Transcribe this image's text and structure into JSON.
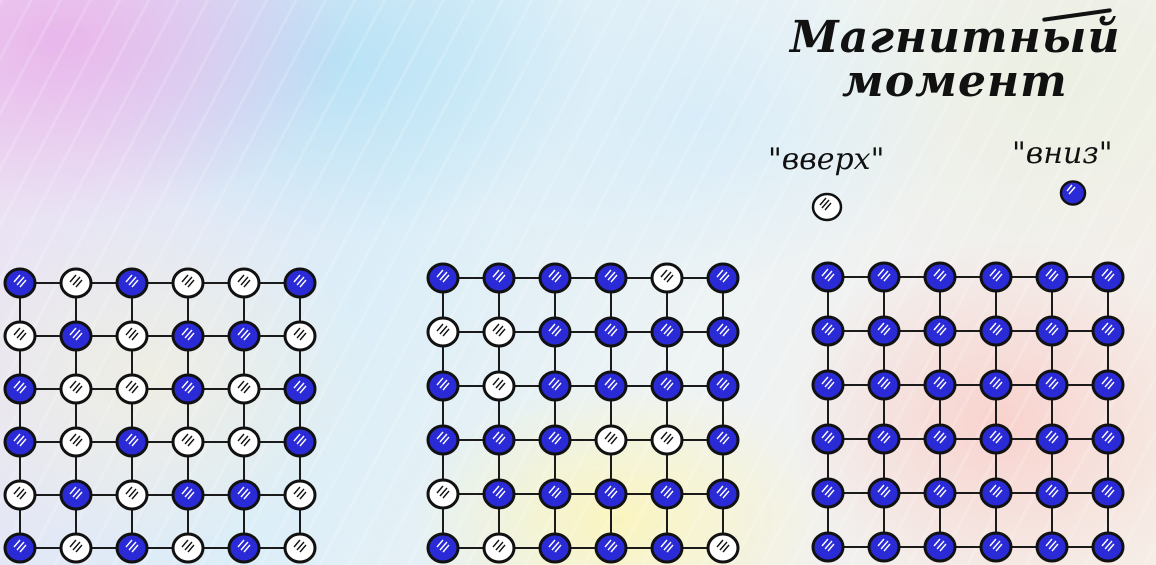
{
  "legend": {
    "title_line1": "Магнитный",
    "title_line2": "момент",
    "up_label": "\"вверх\"",
    "down_label": "\"вниз\""
  },
  "colors": {
    "down": "#2a2ad6",
    "up": "#ffffff",
    "outline": "#111111",
    "bond": "#1a1a1a"
  },
  "icons": {
    "up_atom": "white-atom-circle",
    "down_atom": "blue-atom-circle"
  },
  "lattices": [
    {
      "name": "lattice-1",
      "spins": [
        [
          "down",
          "up",
          "down",
          "up",
          "up",
          "down"
        ],
        [
          "up",
          "down",
          "up",
          "down",
          "down",
          "up"
        ],
        [
          "down",
          "up",
          "up",
          "down",
          "up",
          "down"
        ],
        [
          "down",
          "up",
          "down",
          "up",
          "up",
          "down"
        ],
        [
          "up",
          "down",
          "up",
          "down",
          "down",
          "up"
        ],
        [
          "down",
          "up",
          "down",
          "up",
          "down",
          "up"
        ]
      ]
    },
    {
      "name": "lattice-2",
      "spins": [
        [
          "down",
          "down",
          "down",
          "down",
          "up",
          "down"
        ],
        [
          "up",
          "up",
          "down",
          "down",
          "down",
          "down"
        ],
        [
          "down",
          "up",
          "down",
          "down",
          "down",
          "down"
        ],
        [
          "down",
          "down",
          "down",
          "up",
          "up",
          "down"
        ],
        [
          "up",
          "down",
          "down",
          "down",
          "down",
          "down"
        ],
        [
          "down",
          "up",
          "down",
          "down",
          "down",
          "up"
        ]
      ]
    },
    {
      "name": "lattice-3",
      "spins": [
        [
          "down",
          "down",
          "down",
          "down",
          "down",
          "down"
        ],
        [
          "down",
          "down",
          "down",
          "down",
          "down",
          "down"
        ],
        [
          "down",
          "down",
          "down",
          "down",
          "down",
          "down"
        ],
        [
          "down",
          "down",
          "down",
          "down",
          "down",
          "down"
        ],
        [
          "down",
          "down",
          "down",
          "down",
          "down",
          "down"
        ],
        [
          "down",
          "down",
          "down",
          "down",
          "down",
          "down"
        ]
      ]
    }
  ]
}
